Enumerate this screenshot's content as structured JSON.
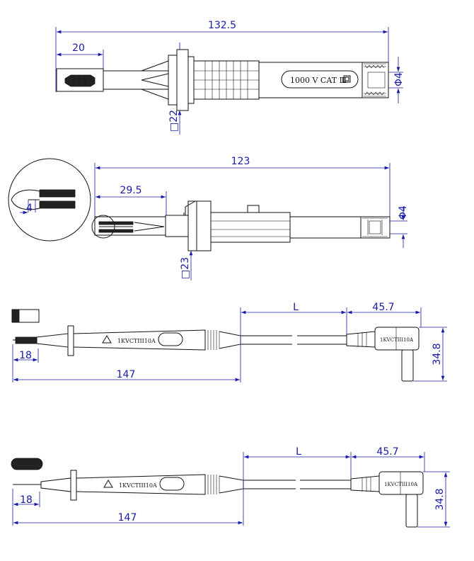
{
  "views": {
    "top": {
      "overall_length": "132.5",
      "tip_length": "20",
      "diameter": "Φ4",
      "guard_size": "□22",
      "marking": "1000 V CAT Ⅲ"
    },
    "side": {
      "overall_length": "123",
      "tip_length": "29.5",
      "diameter": "Φ4",
      "guard_size": "□23",
      "detail_dim": "4"
    },
    "lead_a": {
      "probe_length": "147",
      "tip_length": "18",
      "cable_length": "L",
      "plug_length": "45.7",
      "plug_height": "34.8",
      "marking": "1KVCTIII10A"
    },
    "lead_b": {
      "probe_length": "147",
      "tip_length": "18",
      "cable_length": "L",
      "plug_length": "45.7",
      "plug_height": "34.8",
      "marking": "1KVCTIII10A"
    }
  },
  "colors": {
    "dimension": "#1a1aa8",
    "ink": "#111111"
  },
  "icons": [
    "arrowhead",
    "double-insulation-square-icon",
    "warning-triangle-icon"
  ]
}
